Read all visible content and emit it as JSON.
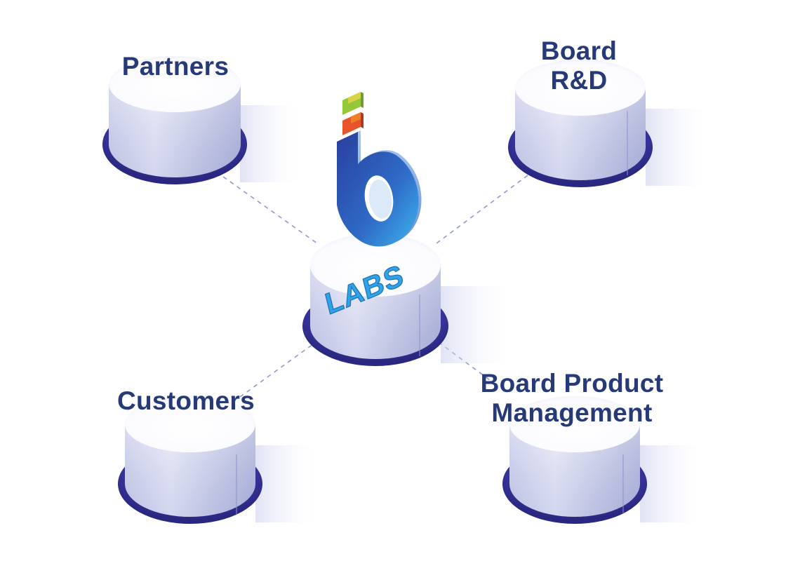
{
  "diagram": {
    "center": {
      "logo_text": "LABS"
    },
    "nodes": [
      {
        "id": "partners",
        "label_lines": [
          "Partners"
        ]
      },
      {
        "id": "rd",
        "label_lines": [
          "Board",
          "R&D"
        ]
      },
      {
        "id": "customers",
        "label_lines": [
          "Customers"
        ]
      },
      {
        "id": "pm",
        "label_lines": [
          "Board Product",
          "Management"
        ]
      }
    ],
    "colors": {
      "label": "#273a78",
      "connector": "#8f98d8",
      "cylinder_top": "#ffffff",
      "cylinder_side_light": "#e3e5f6",
      "cylinder_side_dark": "#a9afd8",
      "hole": "#3d3aa8",
      "logo_blue_light": "#38b2ec",
      "logo_blue_dark": "#2546a8",
      "logo_green": "#9ed43a",
      "logo_red": "#e84a2a"
    }
  }
}
